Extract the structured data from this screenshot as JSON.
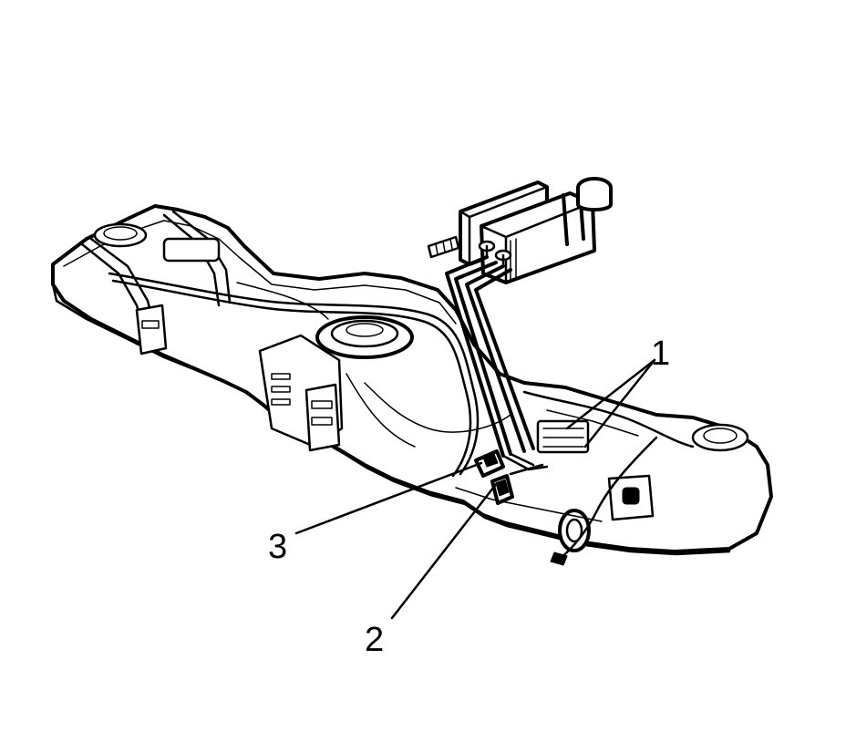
{
  "diagram": {
    "callouts": [
      {
        "id": "1",
        "label": "1"
      },
      {
        "id": "2",
        "label": "2"
      },
      {
        "id": "3",
        "label": "3"
      }
    ]
  },
  "colors": {
    "ink": "#000000",
    "background": "#ffffff"
  }
}
